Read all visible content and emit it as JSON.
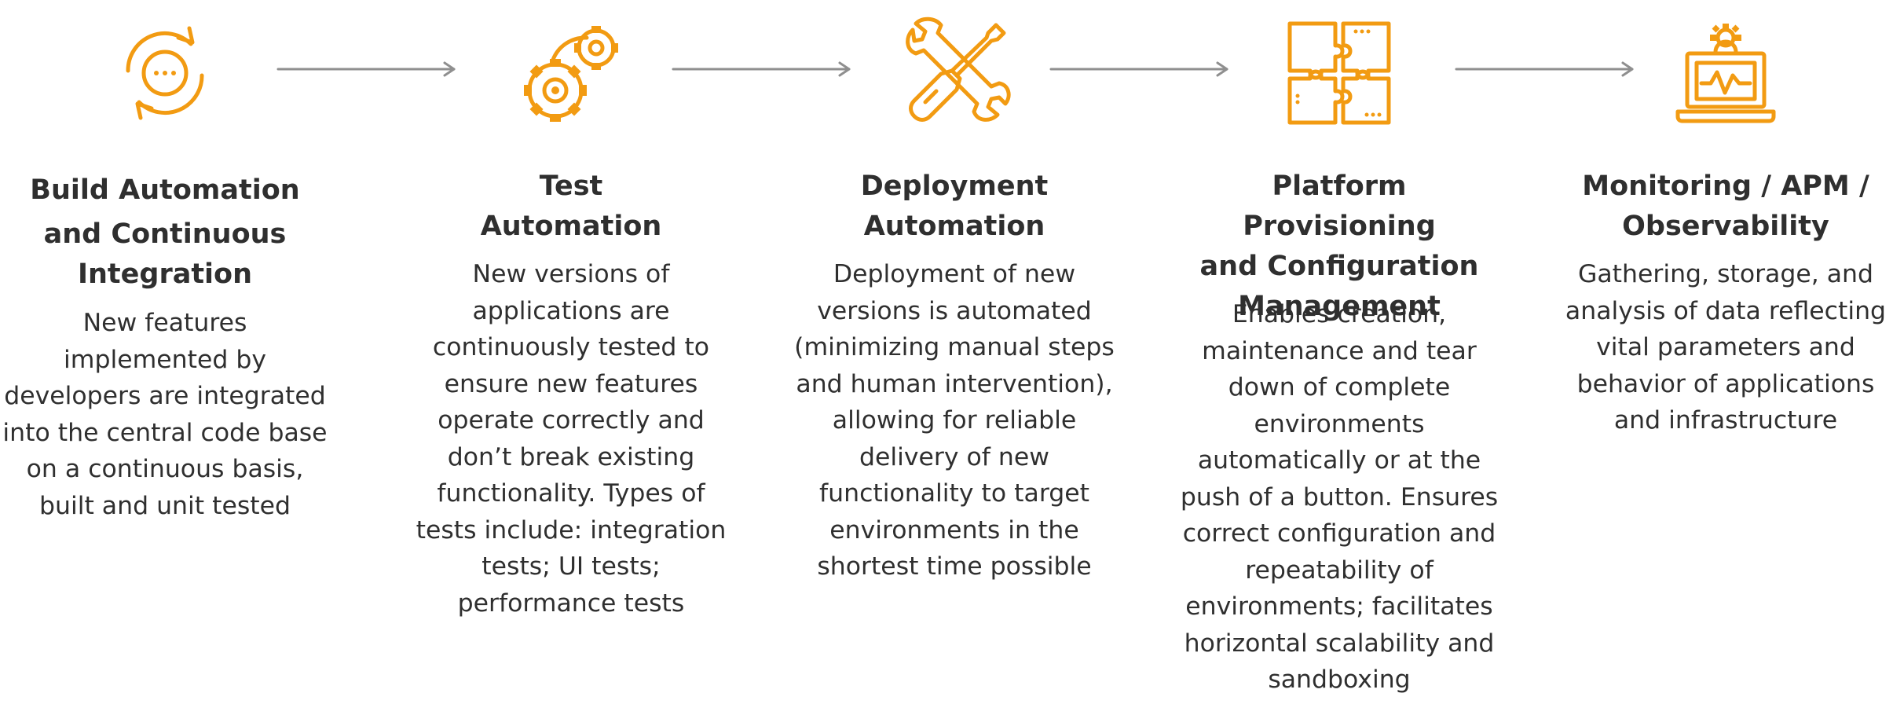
{
  "colors": {
    "accent": "#F29B12",
    "arrow": "#8f8f8f",
    "text": "#2f2f2f"
  },
  "steps": [
    {
      "icon": "continuous-integration-cycle-icon",
      "title_lines": [
        "Build Automation",
        "and Continuous",
        "Integration"
      ],
      "desc_lines": [
        "New features",
        "implemented by",
        "developers are integrated",
        "into the central code base",
        "on a continuous basis,",
        "built and unit tested"
      ]
    },
    {
      "icon": "gears-icon",
      "title_lines": [
        "Test",
        "Automation"
      ],
      "desc_lines": [
        "New versions of",
        "applications are",
        "continuously tested to",
        "ensure new features",
        "operate correctly and",
        "don’t break existing",
        "functionality. Types of",
        "tests include: integration",
        "tests; UI tests;",
        "performance tests"
      ]
    },
    {
      "icon": "wrench-screwdriver-icon",
      "title_lines": [
        "Deployment",
        "Automation"
      ],
      "desc_lines": [
        "Deployment of new",
        "versions is automated",
        "(minimizing manual steps",
        "and human intervention),",
        "allowing for reliable",
        "delivery of new",
        "functionality to target",
        "environments in the",
        "shortest time possible"
      ]
    },
    {
      "icon": "puzzle-pieces-icon",
      "title_lines": [
        "Platform Provisioning",
        "and Configuration",
        "Management"
      ],
      "desc_lines": [
        "Enables creation,",
        "maintenance and tear",
        "down of complete",
        "environments",
        "automatically or at the",
        "push of a button. Ensures",
        "correct configuration and",
        "repeatability of",
        "environments; facilitates",
        "horizontal scalability and",
        "sandboxing"
      ]
    },
    {
      "icon": "laptop-monitoring-icon",
      "title_lines": [
        "Monitoring / APM /",
        "Observability"
      ],
      "desc_lines": [
        "Gathering, storage, and",
        "analysis of data reflecting",
        "vital parameters and",
        "behavior of applications",
        "and infrastructure"
      ]
    }
  ]
}
